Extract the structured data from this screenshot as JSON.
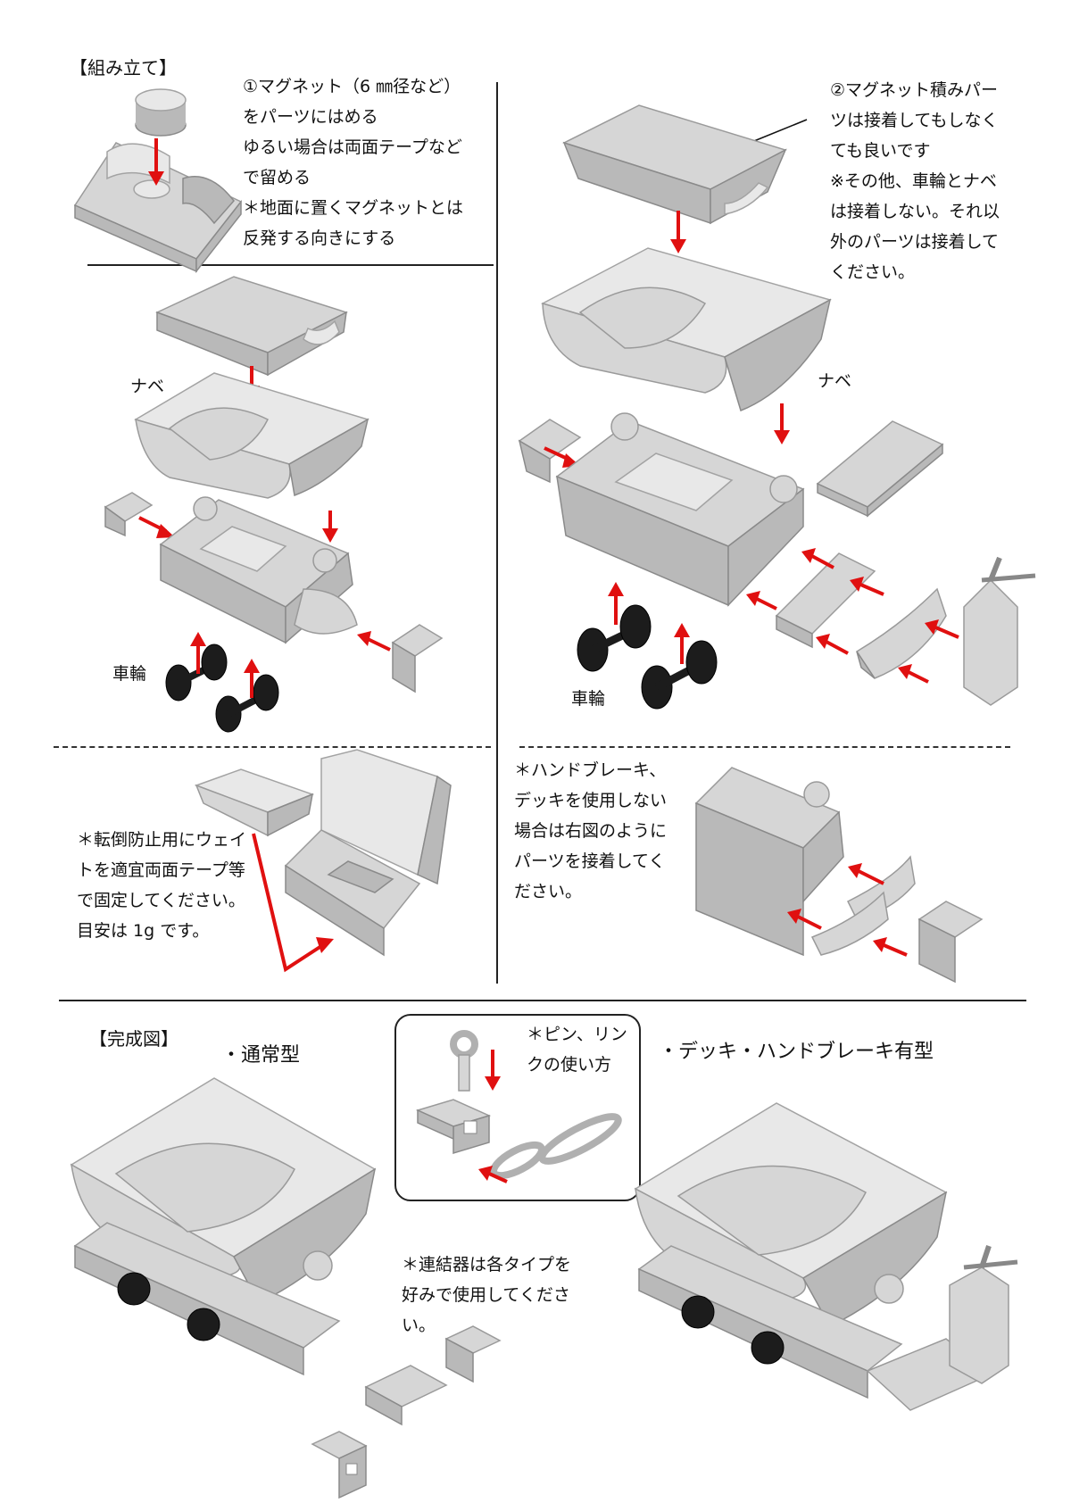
{
  "assembly": {
    "heading": "【組み立て】",
    "step1": [
      "①マグネット（6 ㎜径など）",
      "をパーツにはめる",
      "ゆるい場合は両面テープなど",
      "で留める",
      "＊地面に置くマグネットとは",
      "反発する向きにする"
    ],
    "step2": [
      "②マグネット積みパー",
      "ツは接着してもしなく",
      "ても良いです",
      "※その他、車輪とナベ",
      "は接着しない。それ以",
      "外のパーツは接着して",
      "ください。"
    ],
    "label_nabe_left": "ナベ",
    "label_nabe_right": "ナベ",
    "label_wheel_left": "車輪",
    "label_wheel_right": "車輪",
    "weight_note": [
      "＊転倒防止用にウェイ",
      "トを適宜両面テープ等",
      "で固定してください。",
      "目安は 1g です。"
    ],
    "brake_note": [
      "＊ハンドブレーキ、",
      "デッキを使用しない",
      "場合は右図のように",
      "パーツを接着してく",
      "ださい。"
    ]
  },
  "completed": {
    "heading": "【完成図】",
    "normal_type": "・通常型",
    "deck_type": "・デッキ・ハンドブレーキ有型",
    "pin_link_note": [
      "＊ピン、リン",
      "クの使い方"
    ],
    "coupler_note": [
      "＊連結器は各タイプを",
      "好みで使用してくださ",
      "い。"
    ]
  },
  "colors": {
    "arrow": "#e01010",
    "part": "#d6d6d6",
    "wheel": "#1c1c1c",
    "rule": "#222222"
  }
}
